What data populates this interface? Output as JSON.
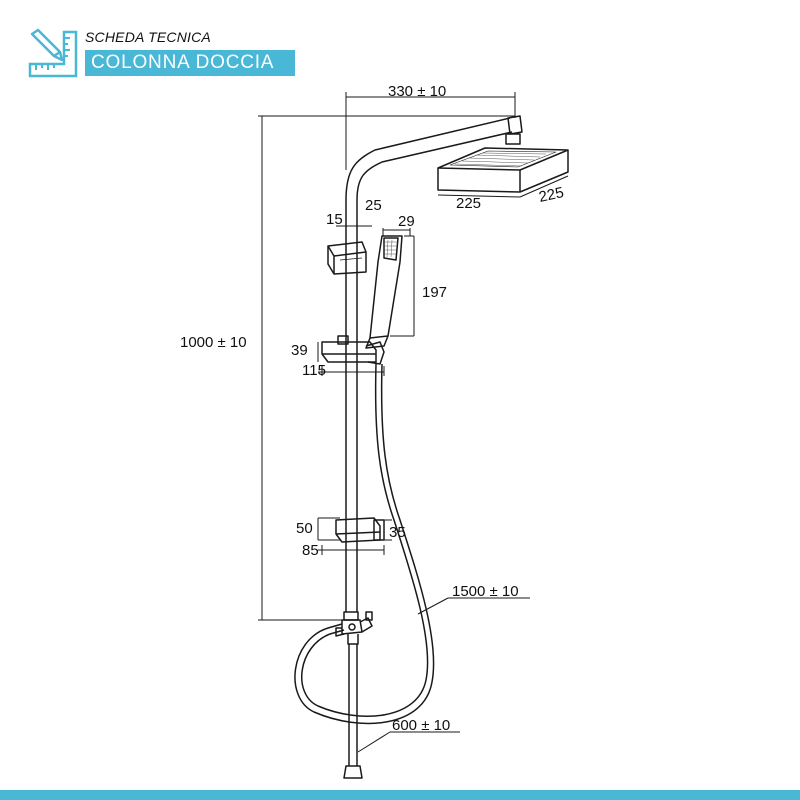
{
  "header": {
    "title_small": "SCHEDA TECNICA",
    "title_main": "COLONNA DOCCIA",
    "icon": "ruler-pencil-icon",
    "accent_color": "#49b7d6"
  },
  "dimensions": {
    "arm_length": "330 ± 10",
    "head_width_front": "225",
    "head_width_side": "225",
    "pipe_offset_a": "15",
    "pipe_offset_b": "25",
    "handshower_width": "29",
    "handshower_length": "197",
    "total_height": "1000 ± 10",
    "slider_height": "39",
    "slider_width": "115",
    "bracket_height": "50",
    "bracket_width": "85",
    "bracket_depth": "35",
    "hose_length": "1500 ± 10",
    "lower_pipe_length": "600 ± 10"
  }
}
